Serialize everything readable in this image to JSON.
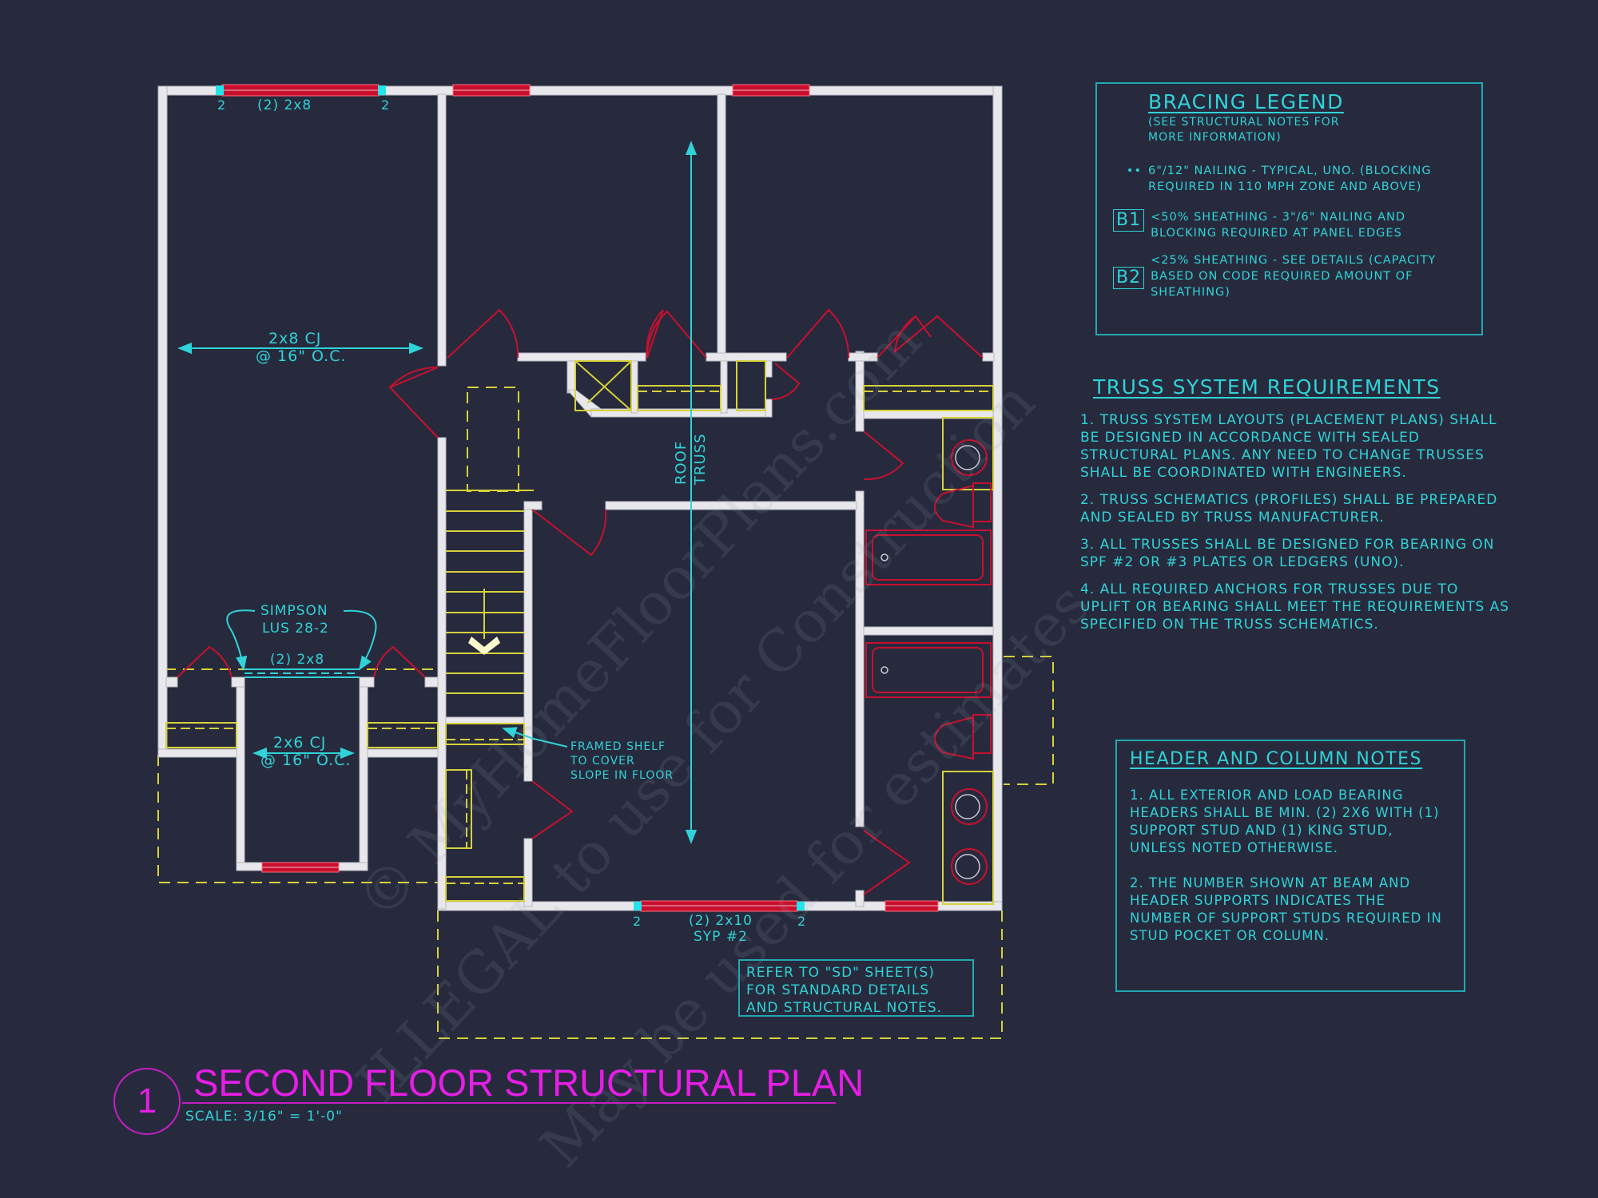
{
  "drawing": {
    "title": "SECOND FLOOR STRUCTURAL PLAN",
    "number": "1",
    "scale": "SCALE: 3/16\" = 1'-0\"",
    "colors": {
      "background": "#272a3d",
      "walls": "#e8e8ec",
      "headers": "#c8102e",
      "annotation": "#2fd3d8",
      "hidden_lines": "#d6d13a",
      "title": "#e61ee6"
    }
  },
  "plan_labels": {
    "top_header": "(2) 2x8",
    "top_post_left": "2",
    "top_post_right": "2",
    "ceiling_joist_1_line1": "2x8 CJ",
    "ceiling_joist_1_line2": "@ 16\" O.C.",
    "simpson_line1": "SIMPSON",
    "simpson_line2": "LUS 28-2",
    "beam_label": "(2) 2x8",
    "ceiling_joist_2_line1": "2x6 CJ",
    "ceiling_joist_2_line2": "@ 16\" O.C.",
    "roof": "ROOF",
    "truss": "TRUSS",
    "shelf_line1": "FRAMED SHELF",
    "shelf_line2": "TO COVER",
    "shelf_line3": "SLOPE IN FLOOR",
    "bottom_header_line1": "(2) 2x10",
    "bottom_header_line2": "SYP #2",
    "bottom_post_left": "2",
    "bottom_post_right": "2"
  },
  "refer_note": {
    "lines": [
      "REFER TO \"SD\" SHEET(S)",
      "FOR STANDARD DETAILS",
      "AND STRUCTURAL NOTES."
    ]
  },
  "bracing_legend": {
    "title": "BRACING LEGEND",
    "subtitle_line1": "(SEE STRUCTURAL NOTES FOR",
    "subtitle_line2": "MORE INFORMATION)",
    "items": [
      {
        "symbol": "••",
        "line1": "6\"/12\" NAILING - TYPICAL, UNO. (BLOCKING",
        "line2": "REQUIRED IN 110 MPH ZONE AND ABOVE)",
        "line3": ""
      },
      {
        "symbol": "B1",
        "line1": "<50% SHEATHING - 3\"/6\" NAILING AND",
        "line2": "BLOCKING REQUIRED AT PANEL EDGES",
        "line3": ""
      },
      {
        "symbol": "B2",
        "line1": "<25% SHEATHING - SEE DETAILS (CAPACITY",
        "line2": "BASED ON CODE REQUIRED AMOUNT OF",
        "line3": "SHEATHING)"
      }
    ]
  },
  "truss_requirements": {
    "title": "TRUSS SYSTEM REQUIREMENTS",
    "notes": [
      "1. TRUSS SYSTEM LAYOUTS (PLACEMENT PLANS) SHALL BE DESIGNED IN ACCORDANCE WITH SEALED STRUCTURAL PLANS. ANY NEED TO CHANGE TRUSSES SHALL BE COORDINATED WITH ENGINEERS.",
      "2. TRUSS SCHEMATICS (PROFILES) SHALL BE PREPARED AND SEALED BY TRUSS MANUFACTURER.",
      "3. ALL TRUSSES SHALL BE DESIGNED FOR BEARING ON SPF #2 OR #3 PLATES OR LEDGERS (UNO).",
      "4. ALL REQUIRED ANCHORS FOR TRUSSES DUE TO UPLIFT OR BEARING SHALL MEET THE REQUIREMENTS AS SPECIFIED ON THE TRUSS SCHEMATICS."
    ]
  },
  "header_column_notes": {
    "title": "HEADER AND COLUMN NOTES",
    "notes": [
      "1. ALL EXTERIOR AND LOAD BEARING HEADERS SHALL BE MIN. (2) 2x6 WITH (1) SUPPORT STUD AND (1) KING STUD, UNLESS NOTED OTHERWISE.",
      "2. THE NUMBER SHOWN AT BEAM AND HEADER SUPPORTS INDICATES THE NUMBER OF SUPPORT STUDS REQUIRED IN STUD POCKET OR COLUMN."
    ]
  },
  "watermark": {
    "line1": "© MyHomeFloorPlans.com",
    "line2": "ILLEGAL to use for Construction",
    "line3": "May be used for estimates"
  }
}
